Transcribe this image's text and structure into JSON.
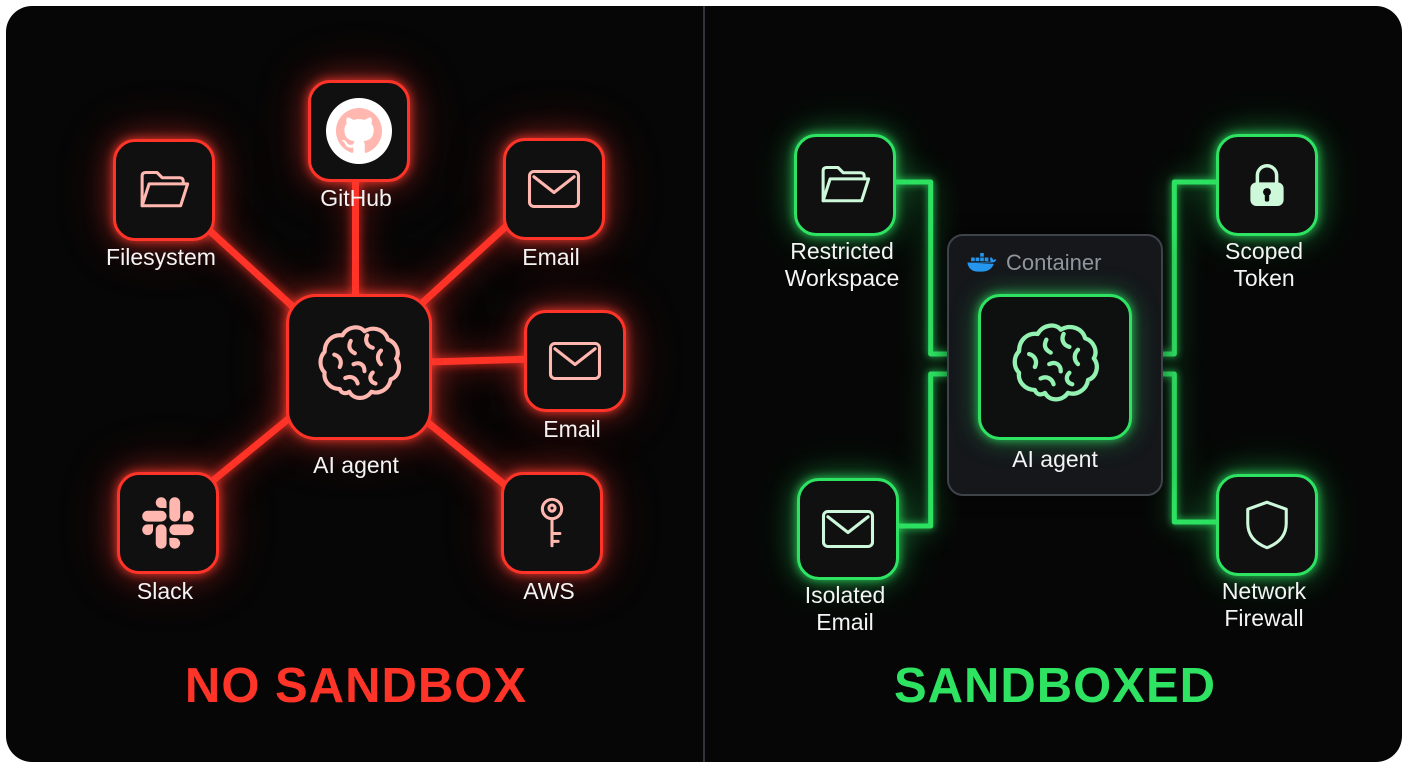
{
  "left": {
    "title": "NO SANDBOX",
    "agent_label": "AI agent",
    "nodes": [
      {
        "label": "Filesystem",
        "icon": "folder-icon"
      },
      {
        "label": "GitHub",
        "icon": "github-icon"
      },
      {
        "label": "Email",
        "icon": "envelope-icon"
      },
      {
        "label": "Email",
        "icon": "envelope-icon"
      },
      {
        "label": "Slack",
        "icon": "slack-icon"
      },
      {
        "label": "AWS",
        "icon": "key-icon"
      }
    ]
  },
  "right": {
    "title": "SANDBOXED",
    "container_label": "Container",
    "agent_label": "AI agent",
    "nodes": [
      {
        "label": "Restricted Workspace",
        "icon": "folder-icon"
      },
      {
        "label": "Scoped Token",
        "icon": "lock-icon"
      },
      {
        "label": "Isolated Email",
        "icon": "envelope-icon"
      },
      {
        "label": "Network Firewall",
        "icon": "shield-icon"
      }
    ]
  },
  "colors": {
    "red_accent": "#ff3428",
    "green_accent": "#2ee262",
    "docker_blue": "#2496ed",
    "background": "#060606",
    "label_text": "#f4f4f4",
    "container_border": "#3e434a",
    "container_label_text": "#8f969e"
  }
}
